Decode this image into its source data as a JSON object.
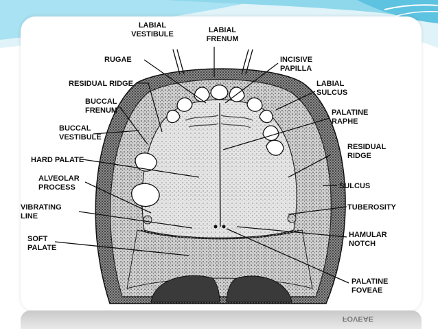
{
  "labels": {
    "labial_vestibule": [
      "LABIAL",
      "VESTIBULE"
    ],
    "labial_frenum": [
      "LABIAL",
      "FRENUM"
    ],
    "rugae": [
      "RUGAE"
    ],
    "incisive_papilla": [
      "INCISIVE",
      "PAPILLA"
    ],
    "residual_ridge_left": [
      "RESIDUAL RIDGE"
    ],
    "labial_sulcus": [
      "LABIAL",
      "SULCUS"
    ],
    "buccal_frenum": [
      "BUCCAL",
      "FRENUM"
    ],
    "palatine_raphe": [
      "PALATINE",
      "RAPHE"
    ],
    "buccal_vestibule": [
      "BUCCAL",
      "VESTIBULE"
    ],
    "residual_ridge_right": [
      "RESIDUAL",
      "RIDGE"
    ],
    "hard_palate": [
      "HARD PALATE"
    ],
    "alveolar_process": [
      "ALVEOLAR",
      "PROCESS"
    ],
    "sulcus": [
      "SULCUS"
    ],
    "vibrating_line": [
      "VIBRATING",
      "LINE"
    ],
    "tuberosity": [
      "TUBEROSITY"
    ],
    "soft_palate": [
      "SOFT",
      "PALATE"
    ],
    "hamular_notch": [
      "HAMULAR",
      "NOTCH"
    ],
    "palatine_foveae": [
      "PALATINE",
      "FOVEAE"
    ]
  },
  "reflection_text": "FOVEAE",
  "colors": {
    "accent_blue": "#7fd3ea",
    "card_bg": "#ffffff",
    "ink": "#111111"
  }
}
